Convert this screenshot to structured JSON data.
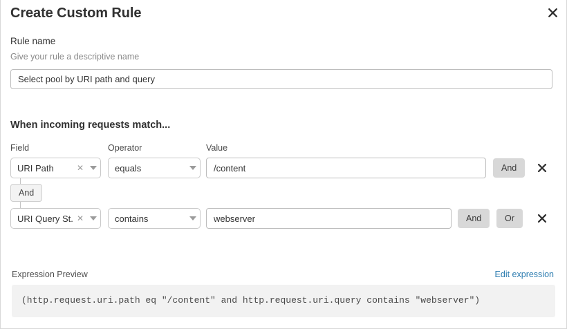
{
  "modal": {
    "title": "Create Custom Rule",
    "close_icon": "close-icon"
  },
  "rule_name": {
    "label": "Rule name",
    "hint": "Give your rule a descriptive name",
    "value": "Select pool by URI path and query",
    "placeholder": "Select pool by URI path and query"
  },
  "conditions": {
    "heading": "When incoming requests match...",
    "columns": {
      "field": "Field",
      "operator": "Operator",
      "value": "Value"
    },
    "connector": {
      "label": "And"
    },
    "rows": [
      {
        "field": "URI Path",
        "operator": "equals",
        "value": "/content",
        "clear_icon": "clear-x-icon",
        "caret_icon": "chevron-down-icon",
        "buttons": [
          "And"
        ],
        "delete_icon": "close-icon"
      },
      {
        "field": "URI Query St...",
        "operator": "contains",
        "value": "webserver",
        "clear_icon": "clear-x-icon",
        "caret_icon": "chevron-down-icon",
        "buttons": [
          "And",
          "Or"
        ],
        "delete_icon": "close-icon"
      }
    ]
  },
  "expression": {
    "label": "Expression Preview",
    "edit_link": "Edit expression",
    "text": "(http.request.uri.path eq \"/content\" and http.request.uri.query contains \"webserver\")"
  },
  "colors": {
    "link": "#2c7cb0",
    "pill": "#d8d8d8",
    "expr_bg": "#f2f2f2"
  }
}
